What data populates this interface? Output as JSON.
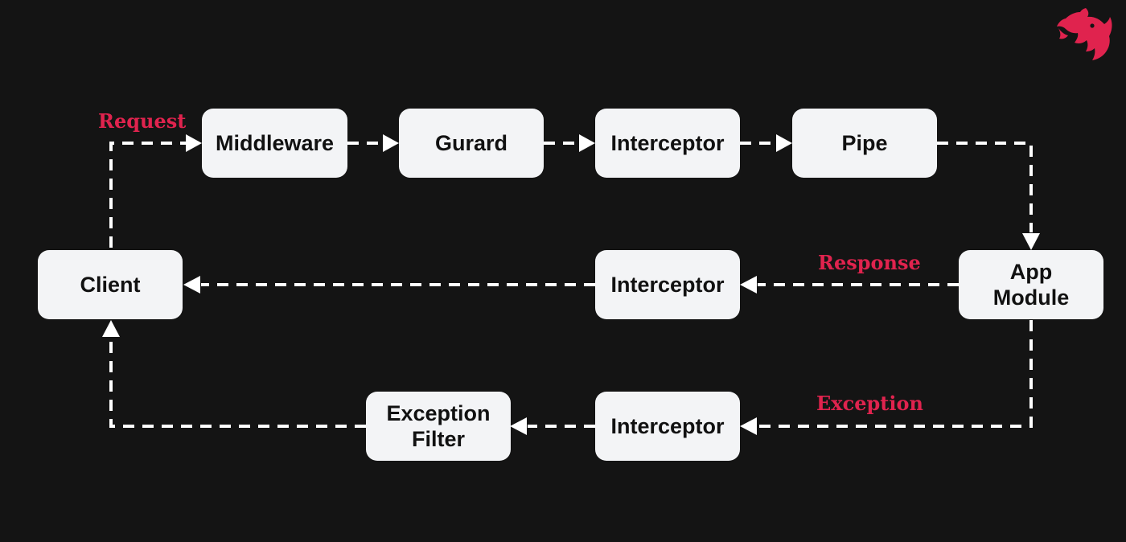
{
  "colors": {
    "background": "#141414",
    "node_fill": "#f3f4f6",
    "node_text": "#111111",
    "connector": "#ffffff",
    "accent": "#e0234e"
  },
  "nodes": {
    "client": {
      "lines": [
        "Client"
      ]
    },
    "middleware": {
      "lines": [
        "Middleware"
      ]
    },
    "guard": {
      "lines": [
        "Gurard"
      ]
    },
    "interceptor_request": {
      "lines": [
        "Interceptor"
      ]
    },
    "pipe": {
      "lines": [
        "Pipe"
      ]
    },
    "app_module": {
      "lines": [
        "App",
        "Module"
      ]
    },
    "interceptor_response": {
      "lines": [
        "Interceptor"
      ]
    },
    "interceptor_exception": {
      "lines": [
        "Interceptor"
      ]
    },
    "exception_filter": {
      "lines": [
        "Exception",
        "Filter"
      ]
    }
  },
  "labels": {
    "request": "Request",
    "response": "Response",
    "exception": "Exception"
  },
  "logo": {
    "icon": "nestjs-cat-logo"
  }
}
